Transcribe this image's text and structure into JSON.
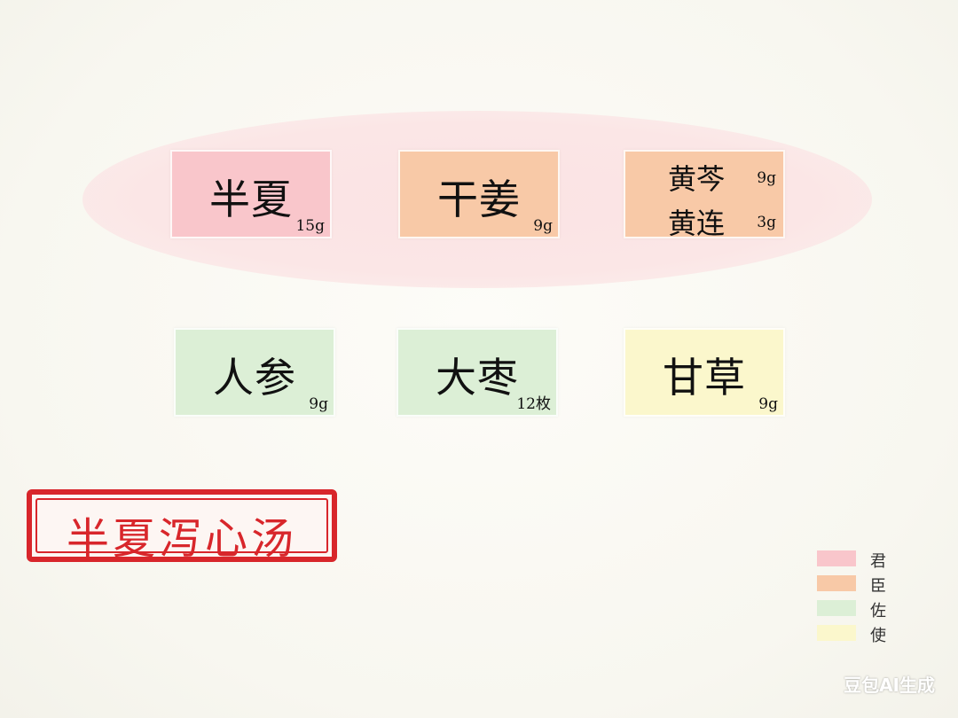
{
  "colors": {
    "jun": "#f9c6cb",
    "chen": "#f8c9a7",
    "zuo": "#dcefd6",
    "shi": "#fbf7cc",
    "seal_red": "#d8262b"
  },
  "herbs": [
    {
      "name": "半夏",
      "dose": "15g",
      "role": "jun"
    },
    {
      "name": "干姜",
      "dose": "9g",
      "role": "chen"
    },
    {
      "items": [
        {
          "name": "黄芩",
          "dose": "9g"
        },
        {
          "name": "黄连",
          "dose": "3g"
        }
      ],
      "role": "chen"
    },
    {
      "name": "人参",
      "dose": "9g",
      "role": "zuo"
    },
    {
      "name": "大枣",
      "dose": "12枚",
      "role": "zuo"
    },
    {
      "name": "甘草",
      "dose": "9g",
      "role": "shi"
    }
  ],
  "seal": {
    "title": "半夏泻心汤"
  },
  "legend": [
    {
      "label": "君",
      "role": "jun"
    },
    {
      "label": "臣",
      "role": "chen"
    },
    {
      "label": "佐",
      "role": "zuo"
    },
    {
      "label": "使",
      "role": "shi"
    }
  ],
  "watermark": "豆包AI生成"
}
